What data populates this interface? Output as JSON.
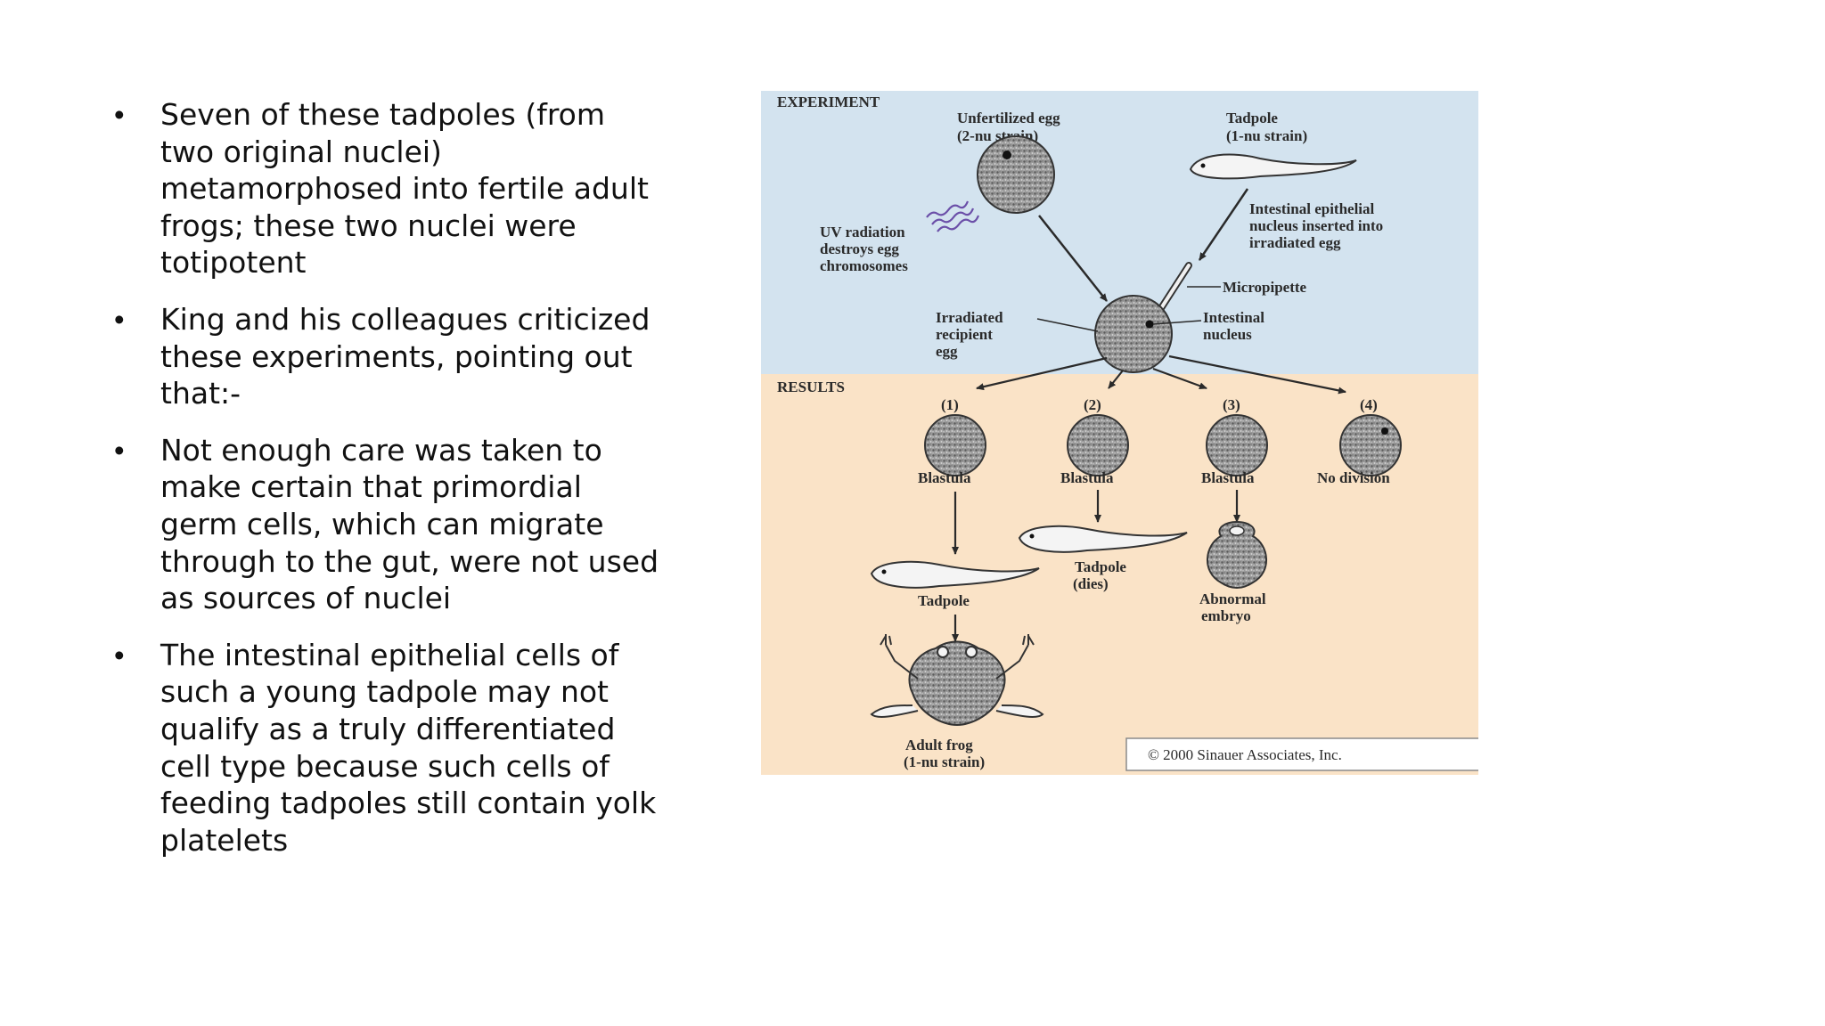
{
  "slide": {
    "bullets": [
      "Seven of these tadpoles (from two original nuclei) metamorphosed into fertile adult frogs; these two nuclei were totipotent",
      "King and his colleagues criticized these experiments, pointing out that:-",
      " Not enough care was taken to make certain that primordial germ cells, which can migrate through to the gut, were not used as sources of nuclei",
      "The intestinal epithelial cells of such a young tadpole may not qualify as a truly differentiated cell type because such cells of feeding tadpoles still contain yolk platelets"
    ],
    "bullet_symbol": "•"
  },
  "figure": {
    "colors": {
      "experiment_bg": "#d3e3ef",
      "results_bg": "#fae3c7",
      "ink": "#2a2a2a"
    },
    "experiment": {
      "heading": "EXPERIMENT",
      "egg_label_1": "Unfertilized egg",
      "egg_label_2": "(2-nu strain)",
      "tadpole_label_1": "Tadpole",
      "tadpole_label_2": "(1-nu strain)",
      "uv_1": "UV radiation",
      "uv_2": "destroys egg",
      "uv_3": "chromosomes",
      "insert_1": "Intestinal epithelial",
      "insert_2": "nucleus inserted into",
      "insert_3": "irradiated egg",
      "micropipette": "Micropipette",
      "recipient_1": "Irradiated",
      "recipient_2": "recipient",
      "recipient_3": "egg",
      "nucleus_1": "Intestinal",
      "nucleus_2": "nucleus"
    },
    "results": {
      "heading": "RESULTS",
      "outcomes": [
        {
          "num": "(1)",
          "label": "Blastula"
        },
        {
          "num": "(2)",
          "label": "Blastula"
        },
        {
          "num": "(3)",
          "label": "Blastula"
        },
        {
          "num": "(4)",
          "label": "No division"
        }
      ],
      "tadpole_1": "Tadpole",
      "tadpole_dies_1": "Tadpole",
      "tadpole_dies_2": "(dies)",
      "abnormal_1": "Abnormal",
      "abnormal_2": "embryo",
      "adult_1": "Adult frog",
      "adult_2": "(1-nu strain)",
      "copyright": "© 2000 Sinauer Associates, Inc."
    }
  }
}
